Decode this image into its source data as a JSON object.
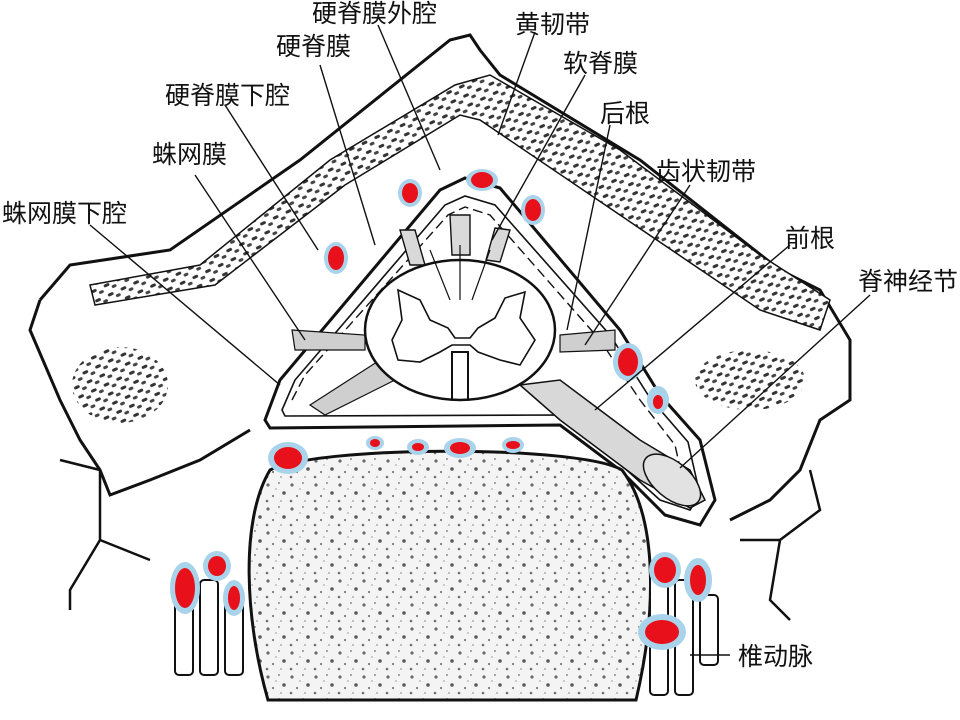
{
  "labels": {
    "epidural_space": "硬脊膜外腔",
    "ligamentum_flavum": "黄韧带",
    "dura_mater": "硬脊膜",
    "pia_mater": "软脊膜",
    "subdural_space": "硬脊膜下腔",
    "posterior_root": "后根",
    "arachnoid": "蛛网膜",
    "denticulate_ligament": "齿状韧带",
    "subarachnoid_space": "蛛网膜下腔",
    "anterior_root": "前根",
    "spinal_ganglion": "脊神经节",
    "vertebral_artery": "椎动脉"
  },
  "colors": {
    "ink": "#111111",
    "vessel_red": "#e8101a",
    "vessel_halo": "#a9d3ea",
    "bone_texture": "#3a3a3a",
    "ligament_gray": "#cfcfcf",
    "background": "#ffffff"
  }
}
